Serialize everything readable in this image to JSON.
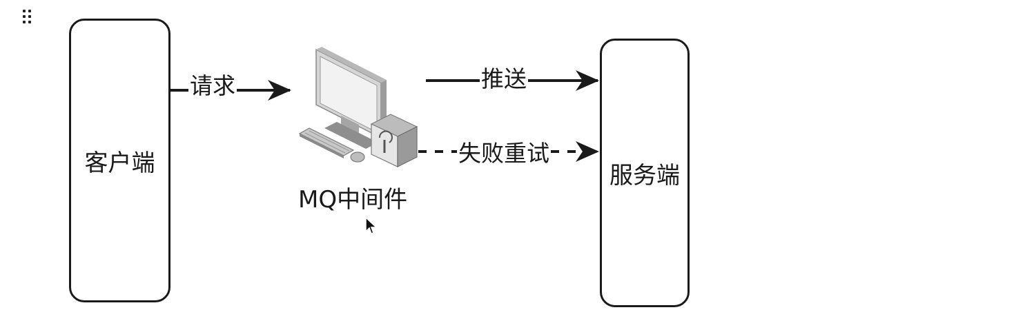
{
  "nodes": {
    "client": {
      "label": "客户端"
    },
    "server": {
      "label": "服务端"
    },
    "mq": {
      "label": "MQ中间件",
      "icon": "computer-server-icon"
    }
  },
  "edges": {
    "request": {
      "label": "请求",
      "style": "solid"
    },
    "push": {
      "label": "推送",
      "style": "solid"
    },
    "retry": {
      "label": "失败重试",
      "style": "dashed"
    }
  },
  "colors": {
    "stroke": "#1a1a1a",
    "background": "#ffffff"
  }
}
